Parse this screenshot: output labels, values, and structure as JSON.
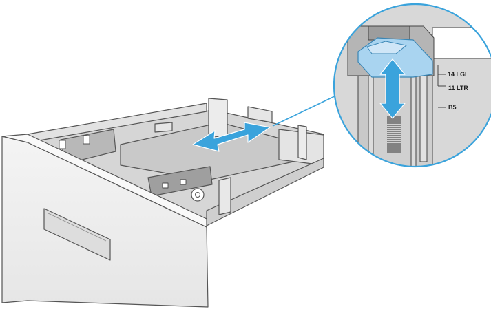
{
  "zoom_inset": {
    "size_labels": [
      {
        "key": "lgl",
        "text": "14 LGL"
      },
      {
        "key": "ltr",
        "text": "11 LTR"
      },
      {
        "key": "b5",
        "text": "B5"
      }
    ]
  },
  "colors": {
    "accent_arrow": "#3aa3dc",
    "guide_highlight": "#a9d4f0",
    "line": "#555555",
    "tray_gray": "#d9d9d9"
  },
  "icons": {
    "horizontal_arrow": "double-headed-arrow-left-right",
    "vertical_arrow": "double-headed-arrow-up-down"
  }
}
